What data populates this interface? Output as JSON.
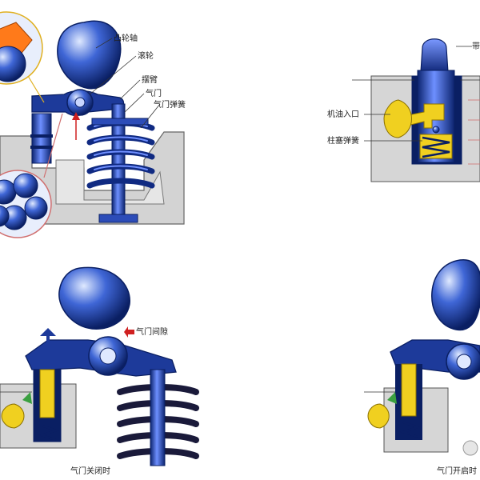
{
  "labels": {
    "camshaft": "凸轮轴",
    "roller": "滚轮",
    "rocker_arm": "摆臂",
    "valve": "气门",
    "valve_spring": "气门弹簧",
    "oil_inlet": "机油入口",
    "plunger_spring": "柱塞弹簧",
    "top_right_partial": "带",
    "valve_clearance": "气门间隙"
  },
  "captions": {
    "valve_closed": "气门关闭时",
    "valve_open": "气门开启时"
  },
  "colors": {
    "blue_dark": "#0d2a7a",
    "blue_mid": "#2f56c8",
    "blue_light": "#9fb8ff",
    "yellow": "#f0d020",
    "gray_bg": "#d8d8d8",
    "gray_dark": "#555555",
    "red_arrow": "#d02020",
    "orange": "#ff7a1a"
  }
}
